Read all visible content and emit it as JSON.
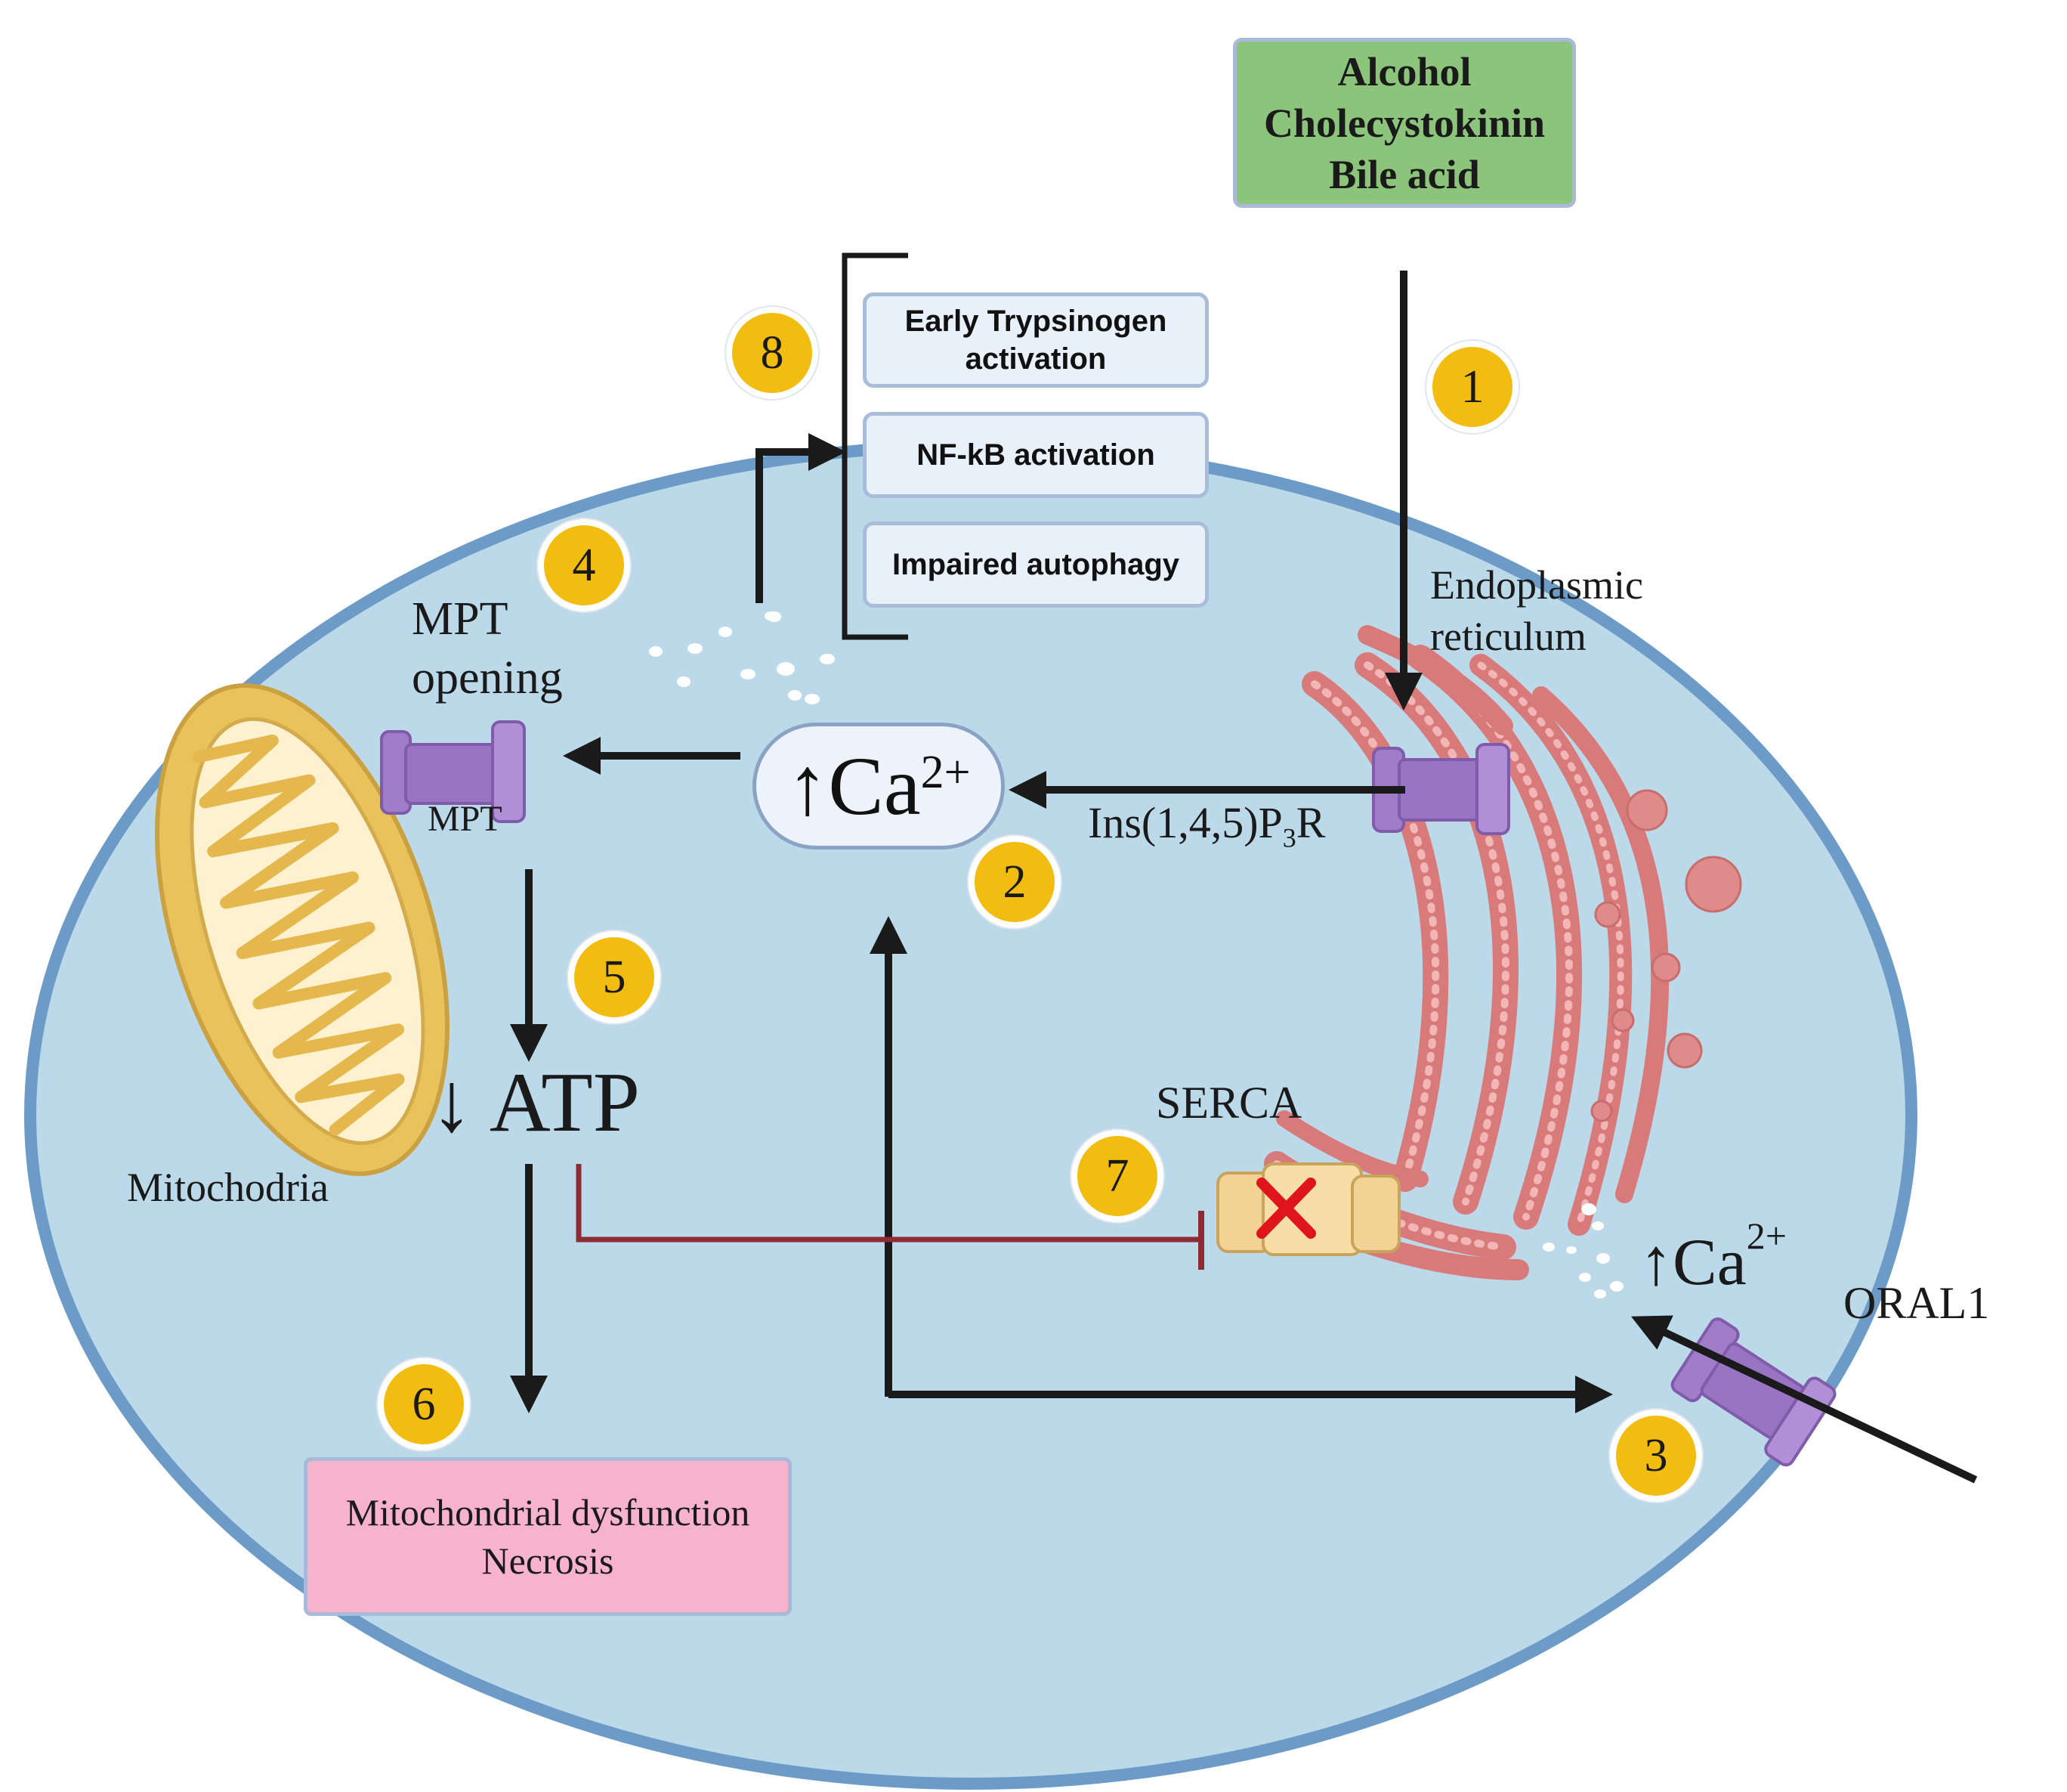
{
  "triggers": {
    "lines": [
      "Alcohol",
      "Cholecystokinin",
      "Bile acid"
    ]
  },
  "effects": {
    "trypsinogen": [
      "Early Trypsinogen",
      "activation"
    ],
    "nfkb": "NF-kB activation",
    "autophagy": "Impaired autophagy"
  },
  "labels": {
    "mpt_opening": [
      "MPT",
      "opening"
    ],
    "mpt": "MPT",
    "mitochondria": "Mitochodria",
    "er": [
      "Endoplasmic",
      "reticulum"
    ],
    "ip3r_prefix": "Ins(1,4,5)P",
    "ip3r_sub": "3",
    "ip3r_suffix": "R",
    "serca": "SERCA",
    "orai": "ORAL1",
    "atp": "↓ ATP",
    "ca_arrow": "↑",
    "ca_symbol": "Ca",
    "ca_charge": "2+"
  },
  "outcome": {
    "lines": [
      "Mitochondrial dysfunction",
      "Necrosis"
    ]
  },
  "steps": [
    "1",
    "2",
    "3",
    "4",
    "5",
    "6",
    "7",
    "8"
  ],
  "colors": {
    "cell_fill": "#bcd9ea",
    "cell_border": "#6b9bc6",
    "trigger_fill": "#8cc47c",
    "badge_fill": "#f2bd10",
    "outcome_fill": "#f7b3cb",
    "er_color": "#d97a7a",
    "channel_color": "#a07cc9",
    "mito_color": "#e9c25c",
    "inhibit_color": "#8e2b33",
    "block_x_color": "#e0141b"
  },
  "icons": [
    "mitochondria-icon",
    "endoplasmic-reticulum-icon",
    "mpt-channel-icon",
    "ip3r-channel-icon",
    "serca-pump-icon",
    "orai1-channel-icon",
    "block-x-icon"
  ]
}
